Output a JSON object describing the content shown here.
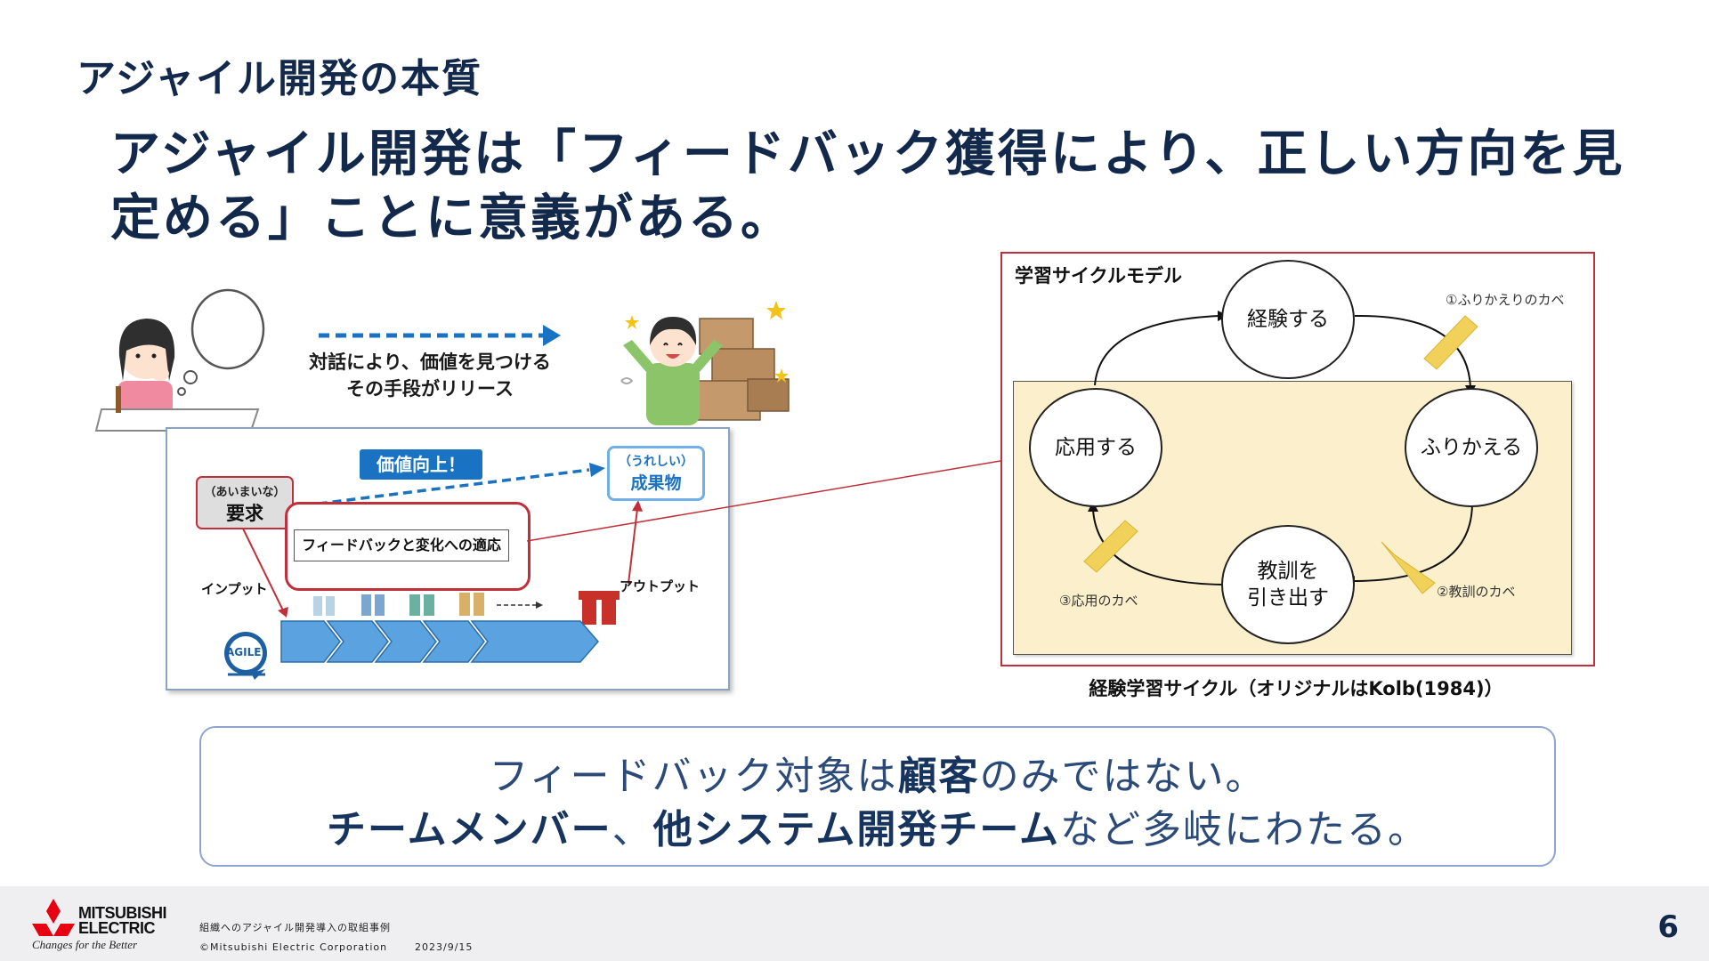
{
  "slide": {
    "title": "アジャイル開発の本質",
    "headline_line1": "アジャイル開発は「フィードバック獲得により、正しい方向を見",
    "headline_line2": "定める」ことに意義がある。",
    "page_number": "6"
  },
  "illustration": {
    "talk_line1": "対話により、価値を見つける",
    "talk_line2": "その手段がリリース",
    "value_badge": "価値向上！",
    "product_small": "（うれしい）",
    "product_main": "成果物",
    "request_small": "（あいまいな）",
    "request_main": "要求",
    "feedback_label": "フィードバックと変化への適応",
    "input_label": "インプット",
    "output_label": "アウトプット",
    "agile_label": "AGILE"
  },
  "cycle": {
    "title": "学習サイクルモデル",
    "node_experience": "経験する",
    "node_reflect": "ふりかえる",
    "node_lesson_line1": "教訓を",
    "node_lesson_line2": "引き出す",
    "node_apply": "応用する",
    "wall1": "①ふりかえりのカベ",
    "wall2": "②教訓のカベ",
    "wall3": "③応用のカベ",
    "caption": "経験学習サイクル（オリジナルはKolb(1984)）"
  },
  "message": {
    "line1_pre": "フィードバック対象は",
    "line1_bold": "顧客",
    "line1_post": "のみではない。",
    "line2_bold1": "チームメンバー",
    "line2_mid": "、",
    "line2_bold2": "他システム開発チーム",
    "line2_post": "など多岐にわたる。"
  },
  "footer": {
    "logo_line1": "MITSUBISHI",
    "logo_line2": "ELECTRIC",
    "tagline": "Changes for the Better",
    "doc_title": "組織へのアジャイル開発導入の取組事例",
    "copyright": "©Mitsubishi Electric Corporation",
    "date": "2023/9/15"
  },
  "colors": {
    "navy": "#13294b",
    "accent_blue": "#1a72c2",
    "red": "#c0303a",
    "cycle_bg": "#fcf0cc"
  }
}
